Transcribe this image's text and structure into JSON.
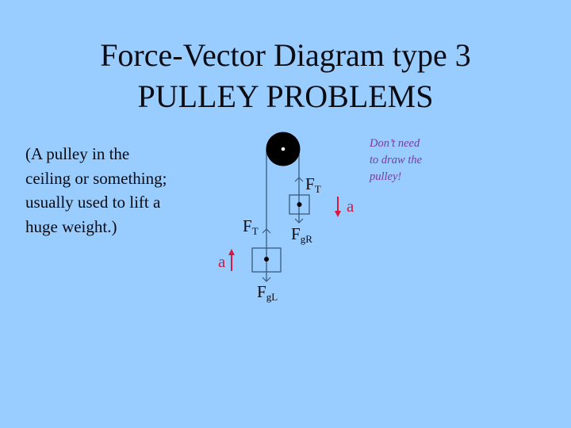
{
  "slide": {
    "title_lines": [
      "Force-Vector Diagram type 3",
      "PULLEY PROBLEMS"
    ],
    "description_lines": [
      "(A pulley in the",
      "ceiling or something;",
      "usually used to lift a",
      "huge weight.)"
    ],
    "note_lines": [
      "Don’t need",
      "to draw the",
      "pulley!"
    ],
    "colors": {
      "background": "#99ccff",
      "text": "#0b0b12",
      "note": "#7a3aa0",
      "acceleration": "#d9173f",
      "string": "#3a5a78",
      "pulley": "#000000"
    }
  },
  "diagram": {
    "pulley_icon": "filled-circle-with-axle",
    "right_mass": {
      "tension_label": {
        "main": "F",
        "sub": "T"
      },
      "gravity_label": {
        "main": "F",
        "sub": "gR"
      },
      "acceleration_label": "a",
      "acceleration_direction": "down"
    },
    "left_mass": {
      "tension_label": {
        "main": "F",
        "sub": "T"
      },
      "gravity_label": {
        "main": "F",
        "sub": "gL"
      },
      "acceleration_label": "a",
      "acceleration_direction": "up"
    }
  }
}
